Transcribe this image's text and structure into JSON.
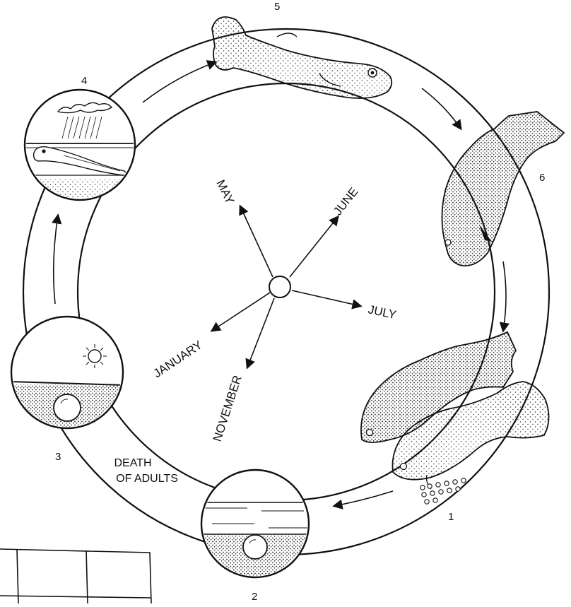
{
  "diagram": {
    "stage_numbers": [
      "1",
      "2",
      "3",
      "4",
      "5",
      "6"
    ],
    "months": [
      "MAY",
      "JUNE",
      "JULY",
      "NOVEMBER",
      "JANUARY"
    ],
    "caption_lines": [
      "DEATH",
      "OF ADULTS"
    ]
  },
  "icons": [
    "fish-icon",
    "egg-icon",
    "sun-icon",
    "rain-cloud-icon",
    "fry-icon",
    "eggs-icon"
  ]
}
